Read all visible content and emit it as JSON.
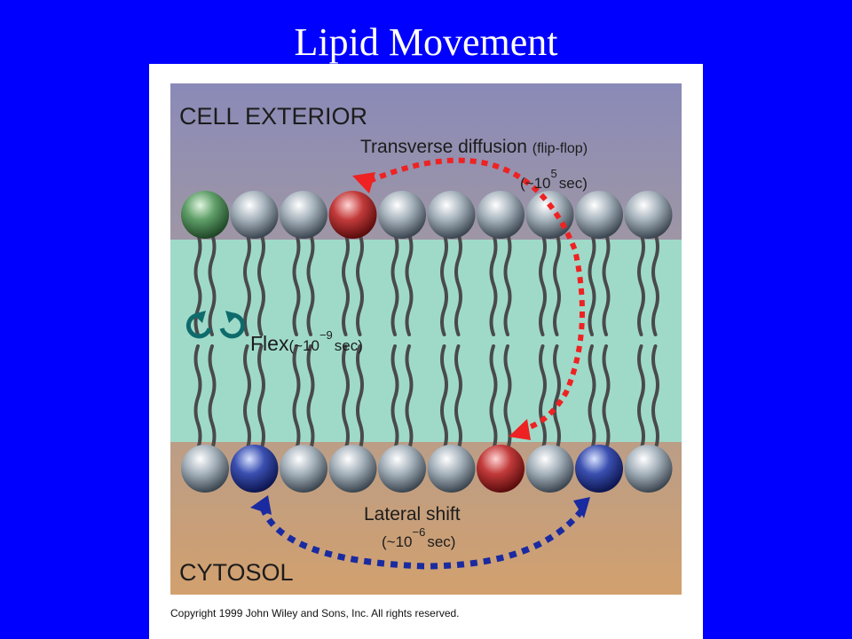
{
  "title": "Lipid Movement",
  "labels": {
    "exterior": "CELL EXTERIOR",
    "cytosol": "CYTOSOL",
    "transverse": "Transverse diffusion",
    "flipflop": "(flip-flop)",
    "transverse_rate_pre": "(~10",
    "transverse_rate_exp": "5",
    "transverse_rate_post": "sec)",
    "flex": "Flex",
    "flex_rate_pre": "(~10",
    "flex_rate_exp": "−9",
    "flex_rate_post": "sec)",
    "lateral": "Lateral shift",
    "lateral_rate_pre": "(~10",
    "lateral_rate_exp": "−6",
    "lateral_rate_post": "sec)"
  },
  "copyright": "Copyright 1999 John Wiley and Sons, Inc. All rights reserved.",
  "colors": {
    "outer_head_colors": [
      "green",
      "gray",
      "gray",
      "red",
      "gray",
      "gray",
      "gray",
      "gray",
      "gray",
      "gray"
    ],
    "inner_head_colors": [
      "gray",
      "blue",
      "gray",
      "gray",
      "gray",
      "gray",
      "red",
      "gray",
      "blue",
      "gray"
    ],
    "flipflop_arrow": "#ee2222",
    "lateral_arrow": "#1a2aa0",
    "flex_arrow": "#0f6b6b"
  }
}
